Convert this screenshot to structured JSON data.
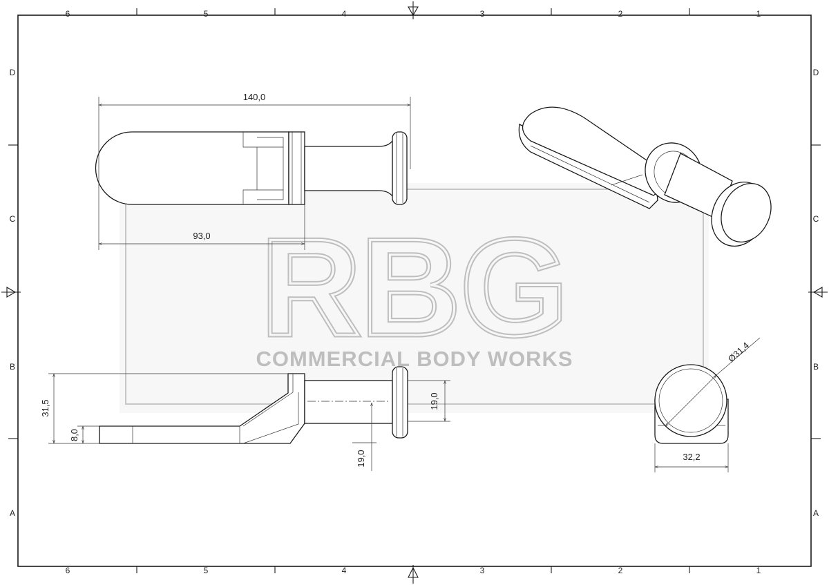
{
  "sheet": {
    "columns": [
      "6",
      "5",
      "4",
      "3",
      "2",
      "1"
    ],
    "rows": [
      "D",
      "C",
      "B",
      "A"
    ]
  },
  "watermark": {
    "logo": "RBG",
    "tagline": "COMMERCIAL BODY WORKS"
  },
  "dimensions": {
    "overall_length": "140,0",
    "blade_length": "93,0",
    "height_overall": "31,5",
    "blade_thickness": "8,0",
    "knob_height": "19,0",
    "knob_offset": "19,0",
    "knob_diameter": "Ø31,4",
    "body_width": "32,2"
  },
  "colors": {
    "line": "#1a1a1a",
    "watermark": "#8a8a8a",
    "background": "#ffffff"
  }
}
